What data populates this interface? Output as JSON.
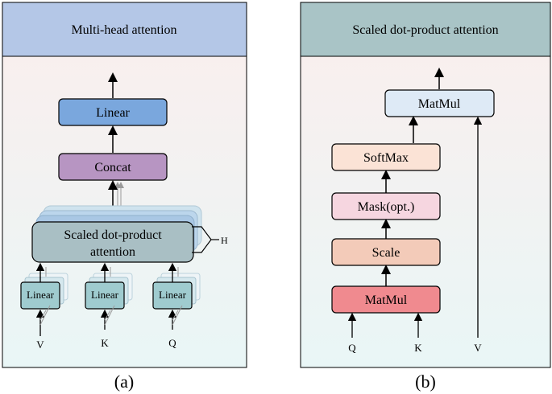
{
  "left_panel": {
    "title": "Multi-head attention",
    "linear_top": "Linear",
    "concat": "Concat",
    "attention_line1": "Scaled dot-product",
    "attention_line2": "attention",
    "heads": "H",
    "linear_v": "Linear",
    "linear_k": "Linear",
    "linear_q": "Linear",
    "input_v": "V",
    "input_k": "K",
    "input_q": "Q",
    "caption": "(a)"
  },
  "right_panel": {
    "title": "Scaled dot-product attention",
    "matmul_top": "MatMul",
    "softmax": "SoftMax",
    "mask": "Mask(opt.)",
    "scale": "Scale",
    "matmul_bottom": "MatMul",
    "input_q": "Q",
    "input_k": "K",
    "input_v": "V",
    "caption": "(b)"
  },
  "colors": {
    "header_left": "#b4c7e7",
    "header_right": "#a9c4c6",
    "linear_blue": "#7aa7dd",
    "concat_purple": "#b795c2",
    "attention_gray": "#a9bfc4",
    "small_linear": "#9fcbcf",
    "matmul_light": "#deeaf6",
    "softmax": "#fbe3d6",
    "mask": "#f6d6e0",
    "scale": "#f3cbb9",
    "matmul_red": "#f08a8f"
  }
}
